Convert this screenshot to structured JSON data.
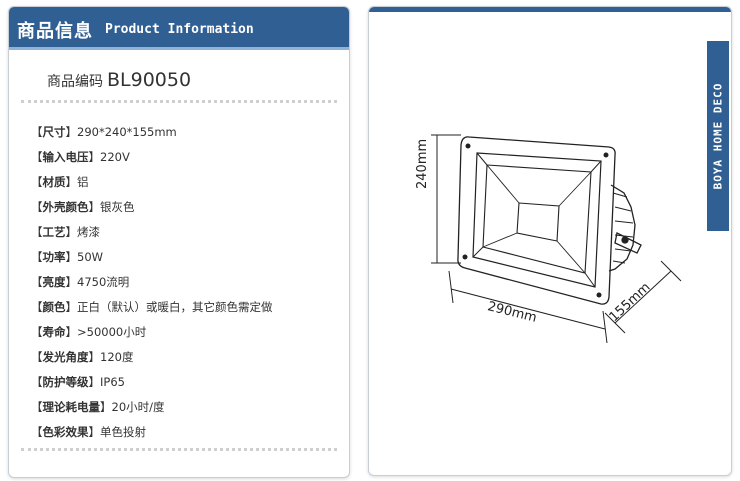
{
  "header": {
    "title_cn": "商品信息",
    "title_en": "Product Information"
  },
  "product": {
    "code_label": "商品编码",
    "code_value": "BL90050"
  },
  "specs": [
    {
      "key": "尺寸",
      "value": "290*240*155mm"
    },
    {
      "key": "输入电压",
      "value": "220V"
    },
    {
      "key": "材质",
      "value": "铝"
    },
    {
      "key": "外壳颜色",
      "value": "银灰色"
    },
    {
      "key": "工艺",
      "value": "烤漆"
    },
    {
      "key": "功率",
      "value": "50W"
    },
    {
      "key": "亮度",
      "value": "4750流明"
    },
    {
      "key": "颜色",
      "value": "正白（默认）或暖白，其它颜色需定做"
    },
    {
      "key": "寿命",
      "value": ">50000小时"
    },
    {
      "key": "发光角度",
      "value": "120度"
    },
    {
      "key": "防护等级",
      "value": "IP65"
    },
    {
      "key": "理论耗电量",
      "value": "20小时/度"
    },
    {
      "key": "色彩效果",
      "value": "单色投射"
    }
  ],
  "brand_tab": "BOYA HOME DECO",
  "diagram": {
    "height_label": "240mm",
    "width_label": "290mm",
    "depth_label": "155mm"
  },
  "colors": {
    "header": "#2f5f93",
    "header_border": "#8fb3d8"
  }
}
